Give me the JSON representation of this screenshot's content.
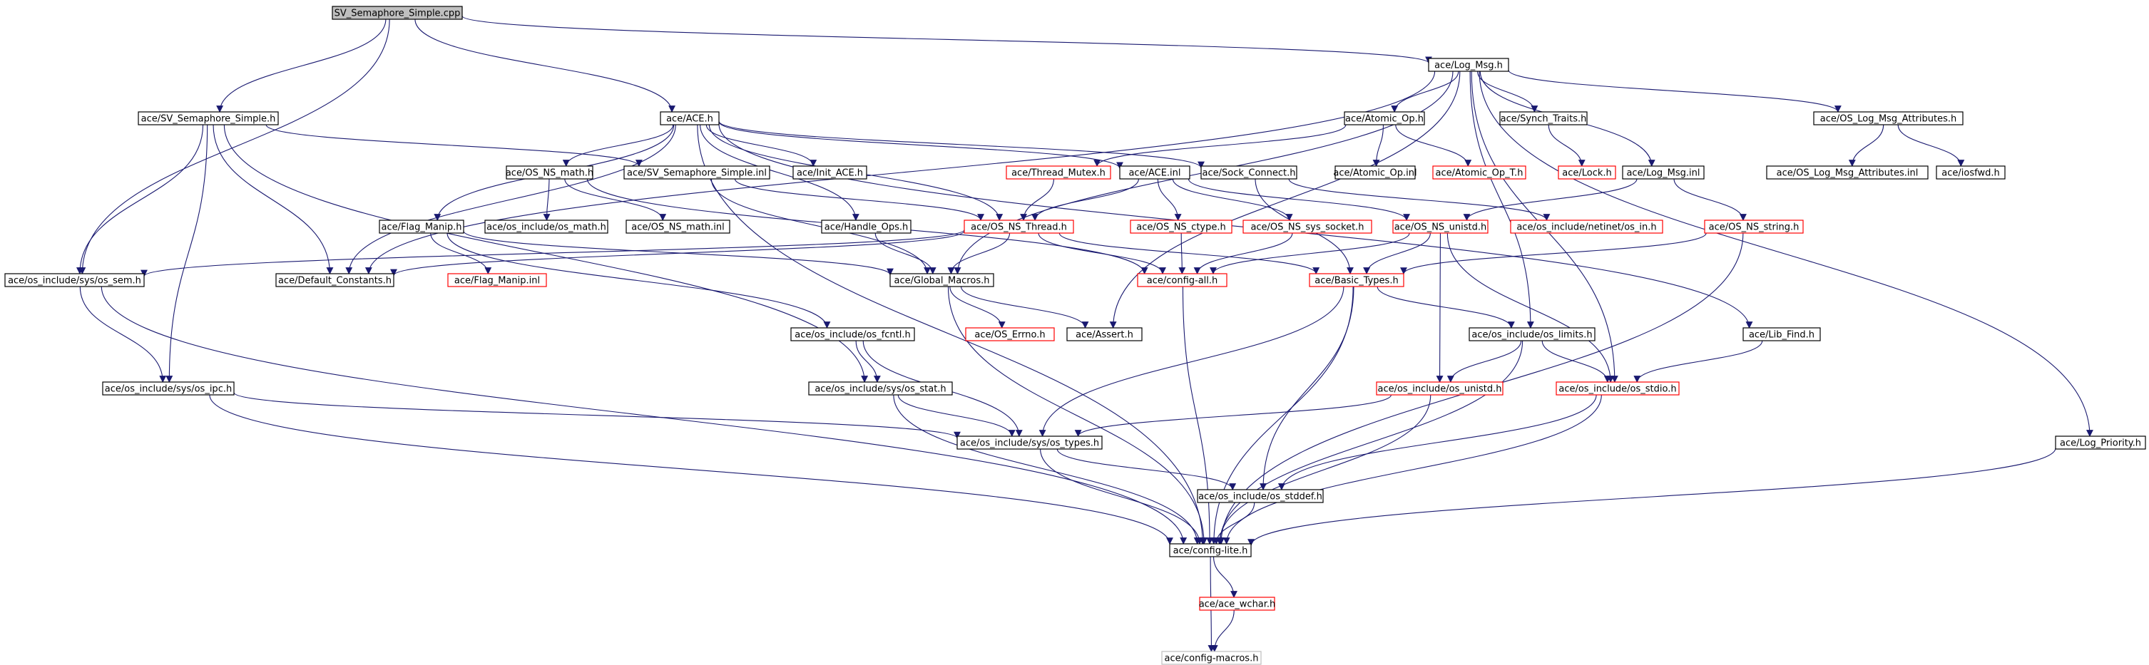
{
  "graph": {
    "nodes": [
      {
        "id": "root",
        "label": "SV_Semaphore_Simple.cpp",
        "style": "root"
      },
      {
        "id": "log_msg_h",
        "label": "ace/Log_Msg.h",
        "style": "black"
      },
      {
        "id": "sv_sem_h",
        "label": "ace/SV_Semaphore_Simple.h",
        "style": "black"
      },
      {
        "id": "ace_h",
        "label": "ace/ACE.h",
        "style": "black"
      },
      {
        "id": "atomic_op_h",
        "label": "ace/Atomic_Op.h",
        "style": "black"
      },
      {
        "id": "synch_traits_h",
        "label": "ace/Synch_Traits.h",
        "style": "black"
      },
      {
        "id": "os_log_attr_h",
        "label": "ace/OS_Log_Msg_Attributes.h",
        "style": "black"
      },
      {
        "id": "os_ns_math_h",
        "label": "ace/OS_NS_math.h",
        "style": "black"
      },
      {
        "id": "sv_sem_inl",
        "label": "ace/SV_Semaphore_Simple.inl",
        "style": "black"
      },
      {
        "id": "init_ace_h",
        "label": "ace/Init_ACE.h",
        "style": "black"
      },
      {
        "id": "thread_mutex_h",
        "label": "ace/Thread_Mutex.h",
        "style": "red"
      },
      {
        "id": "ace_inl",
        "label": "ace/ACE.inl",
        "style": "black"
      },
      {
        "id": "sock_connect_h",
        "label": "ace/Sock_Connect.h",
        "style": "black"
      },
      {
        "id": "atomic_op_inl",
        "label": "ace/Atomic_Op.inl",
        "style": "black"
      },
      {
        "id": "atomic_op_t_h",
        "label": "ace/Atomic_Op_T.h",
        "style": "red"
      },
      {
        "id": "lock_h",
        "label": "ace/Lock.h",
        "style": "red"
      },
      {
        "id": "log_msg_inl",
        "label": "ace/Log_Msg.inl",
        "style": "black"
      },
      {
        "id": "os_log_attr_inl",
        "label": "ace/OS_Log_Msg_Attributes.inl",
        "style": "black"
      },
      {
        "id": "iosfwd_h",
        "label": "ace/iosfwd.h",
        "style": "black"
      },
      {
        "id": "flag_manip_h",
        "label": "ace/Flag_Manip.h",
        "style": "black"
      },
      {
        "id": "os_math_h",
        "label": "ace/os_include/os_math.h",
        "style": "black"
      },
      {
        "id": "os_ns_math_inl",
        "label": "ace/OS_NS_math.inl",
        "style": "black"
      },
      {
        "id": "handle_ops_h",
        "label": "ace/Handle_Ops.h",
        "style": "black"
      },
      {
        "id": "os_ns_thread_h",
        "label": "ace/OS_NS_Thread.h",
        "style": "red"
      },
      {
        "id": "os_ns_ctype_h",
        "label": "ace/OS_NS_ctype.h",
        "style": "red"
      },
      {
        "id": "os_ns_sys_socket_h",
        "label": "ace/OS_NS_sys_socket.h",
        "style": "red"
      },
      {
        "id": "os_ns_unistd_h",
        "label": "ace/OS_NS_unistd.h",
        "style": "red"
      },
      {
        "id": "netinet_in_h",
        "label": "ace/os_include/netinet/os_in.h",
        "style": "red"
      },
      {
        "id": "os_ns_string_h",
        "label": "ace/OS_NS_string.h",
        "style": "red"
      },
      {
        "id": "os_sem_h",
        "label": "ace/os_include/sys/os_sem.h",
        "style": "black"
      },
      {
        "id": "default_constants_h",
        "label": "ace/Default_Constants.h",
        "style": "black"
      },
      {
        "id": "flag_manip_inl",
        "label": "ace/Flag_Manip.inl",
        "style": "red"
      },
      {
        "id": "global_macros_h",
        "label": "ace/Global_Macros.h",
        "style": "black"
      },
      {
        "id": "config_all_h",
        "label": "ace/config-all.h",
        "style": "red"
      },
      {
        "id": "basic_types_h",
        "label": "ace/Basic_Types.h",
        "style": "red"
      },
      {
        "id": "os_fcntl_h",
        "label": "ace/os_include/os_fcntl.h",
        "style": "black"
      },
      {
        "id": "os_errno_h",
        "label": "ace/OS_Errno.h",
        "style": "red"
      },
      {
        "id": "assert_h",
        "label": "ace/Assert.h",
        "style": "black"
      },
      {
        "id": "os_limits_h",
        "label": "ace/os_include/os_limits.h",
        "style": "black"
      },
      {
        "id": "lib_find_h",
        "label": "ace/Lib_Find.h",
        "style": "black"
      },
      {
        "id": "os_ipc_h",
        "label": "ace/os_include/sys/os_ipc.h",
        "style": "black"
      },
      {
        "id": "os_stat_h",
        "label": "ace/os_include/sys/os_stat.h",
        "style": "black"
      },
      {
        "id": "os_unistd_h",
        "label": "ace/os_include/os_unistd.h",
        "style": "red"
      },
      {
        "id": "os_stdio_h",
        "label": "ace/os_include/os_stdio.h",
        "style": "red"
      },
      {
        "id": "os_types_h",
        "label": "ace/os_include/sys/os_types.h",
        "style": "black"
      },
      {
        "id": "log_priority_h",
        "label": "ace/Log_Priority.h",
        "style": "black"
      },
      {
        "id": "os_stddef_h",
        "label": "ace/os_include/os_stddef.h",
        "style": "black"
      },
      {
        "id": "config_lite_h",
        "label": "ace/config-lite.h",
        "style": "black"
      },
      {
        "id": "ace_wchar_h",
        "label": "ace/ace_wchar.h",
        "style": "red"
      },
      {
        "id": "config_macros_h",
        "label": "ace/config-macros.h",
        "style": "gray"
      }
    ],
    "edges": [
      [
        "root",
        "log_msg_h"
      ],
      [
        "root",
        "sv_sem_h"
      ],
      [
        "root",
        "ace_h"
      ],
      [
        "root",
        "os_sem_h"
      ],
      [
        "log_msg_h",
        "atomic_op_h"
      ],
      [
        "log_msg_h",
        "synch_traits_h"
      ],
      [
        "log_msg_h",
        "os_log_attr_h"
      ],
      [
        "log_msg_h",
        "log_msg_inl"
      ],
      [
        "log_msg_h",
        "log_priority_h"
      ],
      [
        "log_msg_h",
        "default_constants_h"
      ],
      [
        "log_msg_h",
        "global_macros_h"
      ],
      [
        "log_msg_h",
        "assert_h"
      ],
      [
        "log_msg_h",
        "os_limits_h"
      ],
      [
        "log_msg_h",
        "os_stdio_h"
      ],
      [
        "sv_sem_h",
        "sv_sem_inl"
      ],
      [
        "sv_sem_h",
        "os_sem_h"
      ],
      [
        "sv_sem_h",
        "os_ipc_h"
      ],
      [
        "sv_sem_h",
        "os_stat_h"
      ],
      [
        "sv_sem_h",
        "default_constants_h"
      ],
      [
        "ace_h",
        "os_ns_math_h"
      ],
      [
        "ace_h",
        "init_ace_h"
      ],
      [
        "ace_h",
        "ace_inl"
      ],
      [
        "ace_h",
        "sock_connect_h"
      ],
      [
        "ace_h",
        "flag_manip_h"
      ],
      [
        "ace_h",
        "handle_ops_h"
      ],
      [
        "ace_h",
        "lib_find_h"
      ],
      [
        "ace_h",
        "default_constants_h"
      ],
      [
        "ace_h",
        "os_ns_thread_h"
      ],
      [
        "ace_h",
        "config_lite_h"
      ],
      [
        "atomic_op_h",
        "thread_mutex_h"
      ],
      [
        "atomic_op_h",
        "atomic_op_inl"
      ],
      [
        "atomic_op_h",
        "atomic_op_t_h"
      ],
      [
        "synch_traits_h",
        "lock_h"
      ],
      [
        "os_log_attr_h",
        "os_log_attr_inl"
      ],
      [
        "os_log_attr_h",
        "iosfwd_h"
      ],
      [
        "log_msg_inl",
        "os_ns_string_h"
      ],
      [
        "log_msg_inl",
        "os_ns_unistd_h"
      ],
      [
        "os_ns_math_h",
        "os_math_h"
      ],
      [
        "os_ns_math_h",
        "os_ns_math_inl"
      ],
      [
        "os_ns_math_h",
        "config_all_h"
      ],
      [
        "sv_sem_inl",
        "os_ns_thread_h"
      ],
      [
        "sv_sem_inl",
        "global_macros_h"
      ],
      [
        "thread_mutex_h",
        "os_ns_thread_h"
      ],
      [
        "ace_inl",
        "os_ns_thread_h"
      ],
      [
        "ace_inl",
        "os_ns_ctype_h"
      ],
      [
        "ace_inl",
        "os_ns_sys_socket_h"
      ],
      [
        "ace_inl",
        "os_ns_unistd_h"
      ],
      [
        "sock_connect_h",
        "netinet_in_h"
      ],
      [
        "sock_connect_h",
        "basic_types_h"
      ],
      [
        "flag_manip_h",
        "flag_manip_inl"
      ],
      [
        "flag_manip_h",
        "global_macros_h"
      ],
      [
        "flag_manip_h",
        "os_fcntl_h"
      ],
      [
        "handle_ops_h",
        "global_macros_h"
      ],
      [
        "os_ns_thread_h",
        "global_macros_h"
      ],
      [
        "os_ns_thread_h",
        "config_all_h"
      ],
      [
        "os_ns_thread_h",
        "basic_types_h"
      ],
      [
        "os_ns_thread_h",
        "os_sem_h"
      ],
      [
        "os_ns_thread_h",
        "default_constants_h"
      ],
      [
        "os_ns_ctype_h",
        "config_all_h"
      ],
      [
        "os_ns_sys_socket_h",
        "config_all_h"
      ],
      [
        "os_ns_unistd_h",
        "config_all_h"
      ],
      [
        "os_ns_unistd_h",
        "basic_types_h"
      ],
      [
        "os_ns_unistd_h",
        "os_unistd_h"
      ],
      [
        "os_ns_unistd_h",
        "os_stdio_h"
      ],
      [
        "os_ns_string_h",
        "basic_types_h"
      ],
      [
        "os_ns_string_h",
        "config_lite_h"
      ],
      [
        "os_sem_h",
        "os_ipc_h"
      ],
      [
        "os_sem_h",
        "config_lite_h"
      ],
      [
        "global_macros_h",
        "os_errno_h"
      ],
      [
        "global_macros_h",
        "assert_h"
      ],
      [
        "global_macros_h",
        "config_lite_h"
      ],
      [
        "config_all_h",
        "config_lite_h"
      ],
      [
        "basic_types_h",
        "os_limits_h"
      ],
      [
        "basic_types_h",
        "os_types_h"
      ],
      [
        "basic_types_h",
        "os_stddef_h"
      ],
      [
        "basic_types_h",
        "config_lite_h"
      ],
      [
        "os_fcntl_h",
        "os_stat_h"
      ],
      [
        "os_fcntl_h",
        "os_types_h"
      ],
      [
        "os_limits_h",
        "os_unistd_h"
      ],
      [
        "os_limits_h",
        "os_stdio_h"
      ],
      [
        "os_limits_h",
        "config_lite_h"
      ],
      [
        "lib_find_h",
        "os_stdio_h"
      ],
      [
        "os_ipc_h",
        "os_types_h"
      ],
      [
        "os_ipc_h",
        "config_lite_h"
      ],
      [
        "os_stat_h",
        "os_types_h"
      ],
      [
        "os_stat_h",
        "config_lite_h"
      ],
      [
        "os_unistd_h",
        "os_types_h"
      ],
      [
        "os_unistd_h",
        "config_lite_h"
      ],
      [
        "os_stdio_h",
        "os_stddef_h"
      ],
      [
        "os_stdio_h",
        "config_lite_h"
      ],
      [
        "os_types_h",
        "os_stddef_h"
      ],
      [
        "os_types_h",
        "config_lite_h"
      ],
      [
        "log_priority_h",
        "config_lite_h"
      ],
      [
        "os_stddef_h",
        "config_lite_h"
      ],
      [
        "config_lite_h",
        "ace_wchar_h"
      ],
      [
        "config_lite_h",
        "config_macros_h"
      ],
      [
        "ace_wchar_h",
        "config_macros_h"
      ]
    ]
  }
}
